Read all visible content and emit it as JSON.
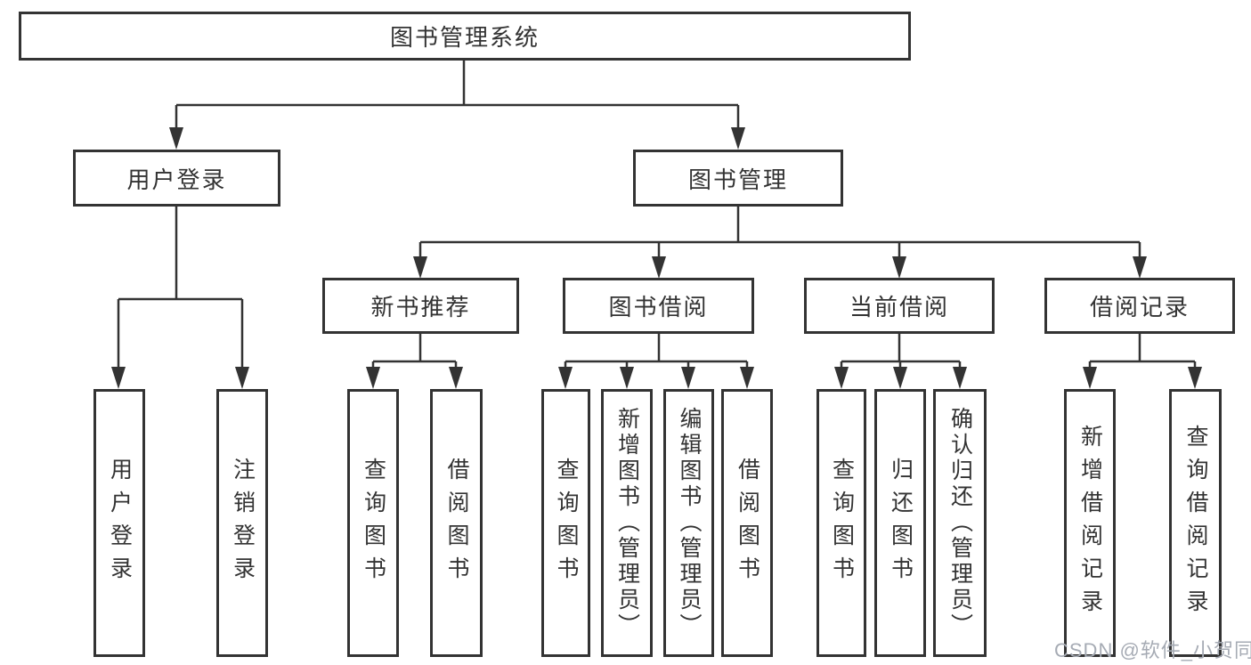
{
  "colors": {
    "line": "#333333",
    "box_border": "#333333",
    "background": "#ffffff",
    "watermark": "#a6abb4"
  },
  "diagram": {
    "root": {
      "label": "图书管理系统"
    },
    "level2": [
      {
        "label": "用户登录"
      },
      {
        "label": "图书管理"
      }
    ],
    "level3": [
      {
        "label": "新书推荐"
      },
      {
        "label": "图书借阅"
      },
      {
        "label": "当前借阅"
      },
      {
        "label": "借阅记录"
      }
    ],
    "leaves": {
      "user_login": [
        "用户登录",
        "注销登录"
      ],
      "new_books": [
        "查询图书",
        "借阅图书"
      ],
      "book_borrow": [
        "查询图书",
        "新增图书（管理员）",
        "编辑图书（管理员）",
        "借阅图书"
      ],
      "current_borrow": [
        "查询图书",
        "归还图书",
        "确认归还（管理员）"
      ],
      "borrow_records": [
        "新增借阅记录",
        "查询借阅记录"
      ]
    }
  },
  "watermark": {
    "text": "CSDN @软件_小贺同学"
  }
}
